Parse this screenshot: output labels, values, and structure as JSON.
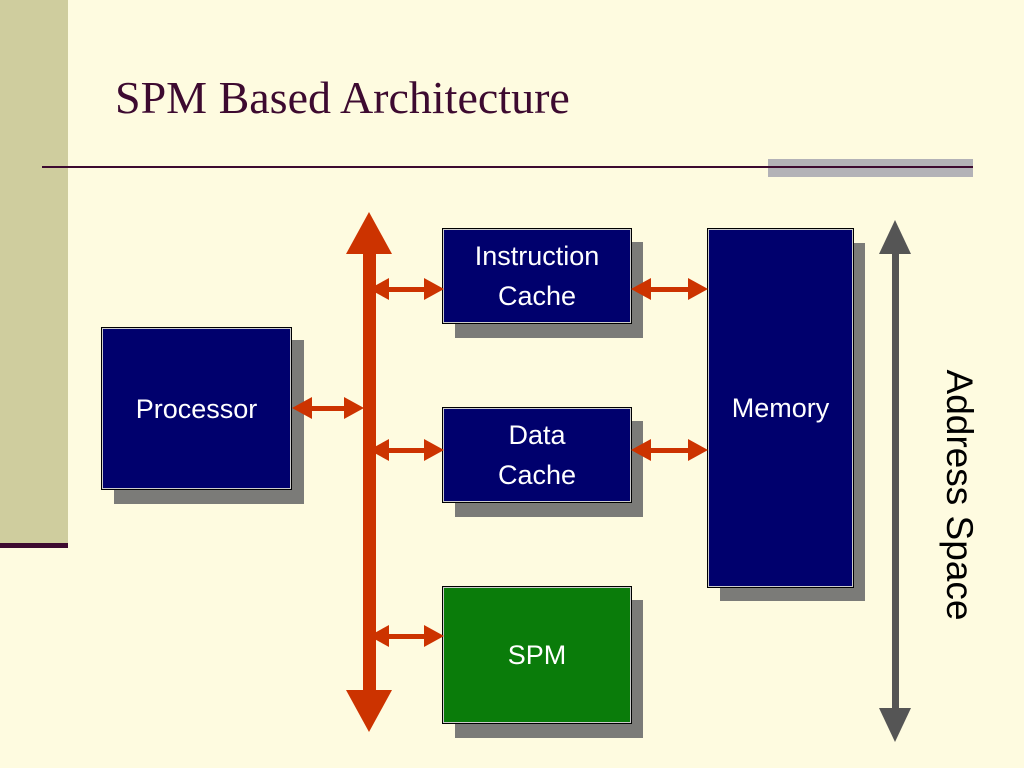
{
  "slide": {
    "title": "SPM Based Architecture"
  },
  "diagram": {
    "processor_label": "Processor",
    "icache_label_line1": "Instruction",
    "icache_label_line2": "Cache",
    "dcache_label_line1": "Data",
    "dcache_label_line2": "Cache",
    "spm_label": "SPM",
    "memory_label": "Memory",
    "address_space_label": "Address Space"
  },
  "colors": {
    "background": "#fefbe0",
    "block_blue": "#00006d",
    "block_green": "#0a7c0a",
    "bus_arrow": "#cc3300",
    "address_arrow": "#555555",
    "title_text": "#3d0a30"
  }
}
